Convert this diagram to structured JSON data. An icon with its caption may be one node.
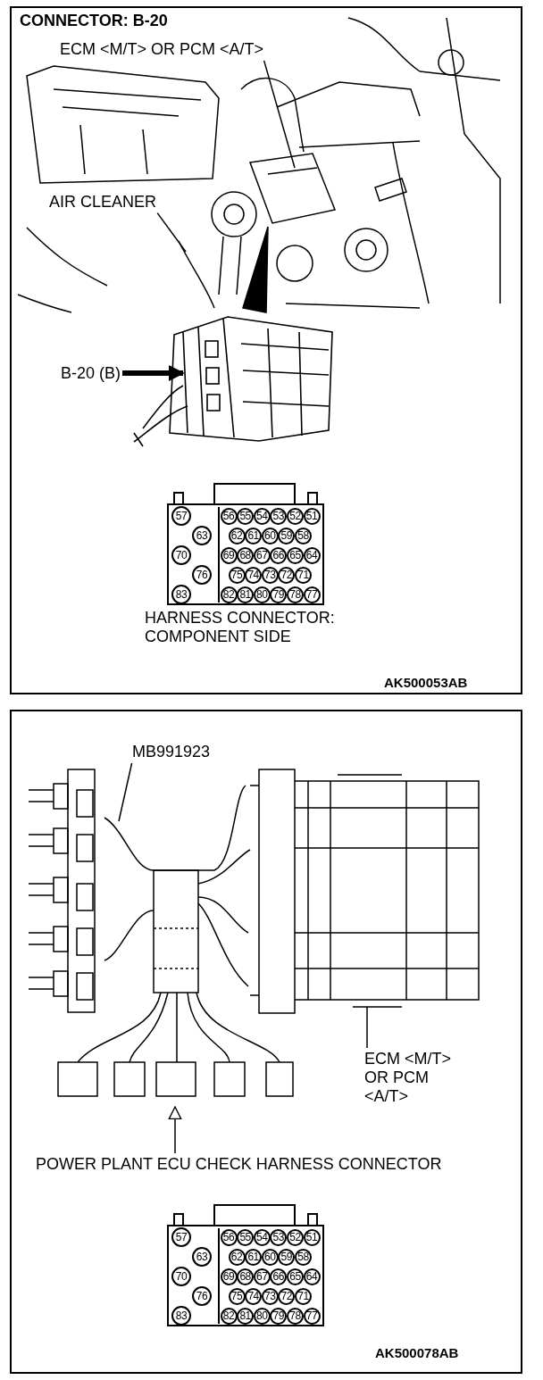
{
  "diagram": {
    "nodes": [
      {
        "text": [
          "ECM <M/T> OR PCM <A/T>"
        ]
      },
      {
        "text": [
          "AIR CLEANER"
        ]
      },
      {
        "text": [
          "B-20 (B)"
        ]
      },
      {
        "text": [
          "MB991923"
        ]
      },
      {
        "text": [
          "ECM <M/T> OR PCM <A/T>"
        ]
      },
      {
        "text": [
          "POWER PLANT ECU CHECK HARNESS CONNECTOR"
        ]
      }
    ],
    "edges": [
      {
        "from": 0,
        "to": null,
        "arrow": "none"
      },
      {
        "from": 1,
        "to": null,
        "arrow": "none"
      },
      {
        "from": 2,
        "to": null,
        "arrow": "to",
        "style": "thick"
      },
      {
        "from": 3,
        "to": null,
        "arrow": "none"
      },
      {
        "from": 4,
        "to": null,
        "arrow": "none"
      },
      {
        "from": 5,
        "to": null,
        "arrow": "to"
      }
    ],
    "labels": [
      "CONNECTOR: B-20",
      "57",
      "56",
      "55",
      "54",
      "53",
      "52",
      "51",
      "63",
      "62",
      "61",
      "60",
      "59",
      "58",
      "70",
      "69",
      "68",
      "67",
      "66",
      "65",
      "64",
      "76",
      "75",
      "74",
      "73",
      "72",
      "71",
      "83",
      "82",
      "81",
      "80",
      "79",
      "78",
      "77",
      "HARNESS CONNECTOR: COMPONENT SIDE",
      "AK500053AB",
      "57",
      "56",
      "55",
      "54",
      "53",
      "52",
      "51",
      "63",
      "62",
      "61",
      "60",
      "59",
      "58",
      "70",
      "69",
      "68",
      "67",
      "66",
      "65",
      "64",
      "76",
      "75",
      "74",
      "73",
      "72",
      "71",
      "83",
      "82",
      "81",
      "80",
      "79",
      "78",
      "77",
      "AK500078AB"
    ]
  }
}
